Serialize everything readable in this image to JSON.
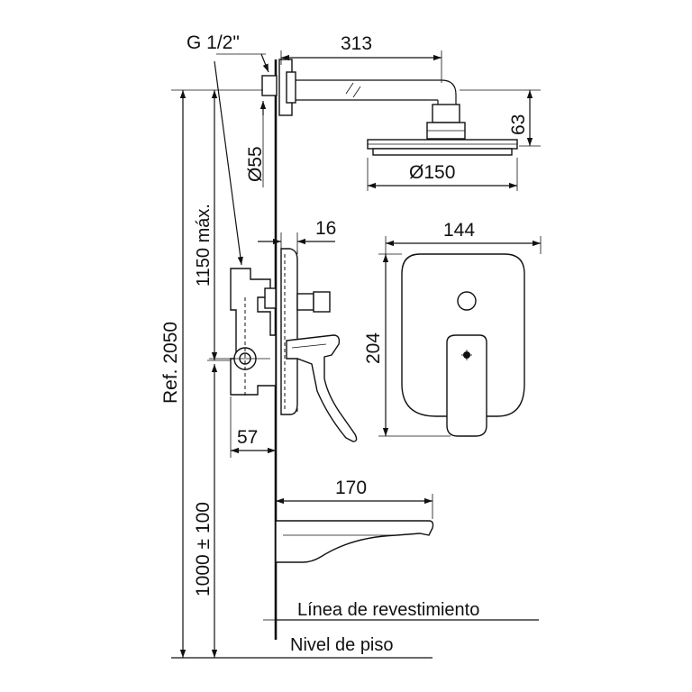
{
  "labels": {
    "thread": "G 1/2\"",
    "arm_length": "313",
    "head_height": "63",
    "pipe_diameter": "Ø55",
    "head_diameter": "Ø150",
    "plate_depth": "16",
    "plate_width": "144",
    "plate_height": "204",
    "max_height": "1150 máx.",
    "ref_height": "Ref. 2050",
    "body_depth": "57",
    "spout_length": "170",
    "spout_height": "1000 ± 100",
    "finish_line": "Línea de revestimiento",
    "floor_level": "Nivel de piso"
  }
}
